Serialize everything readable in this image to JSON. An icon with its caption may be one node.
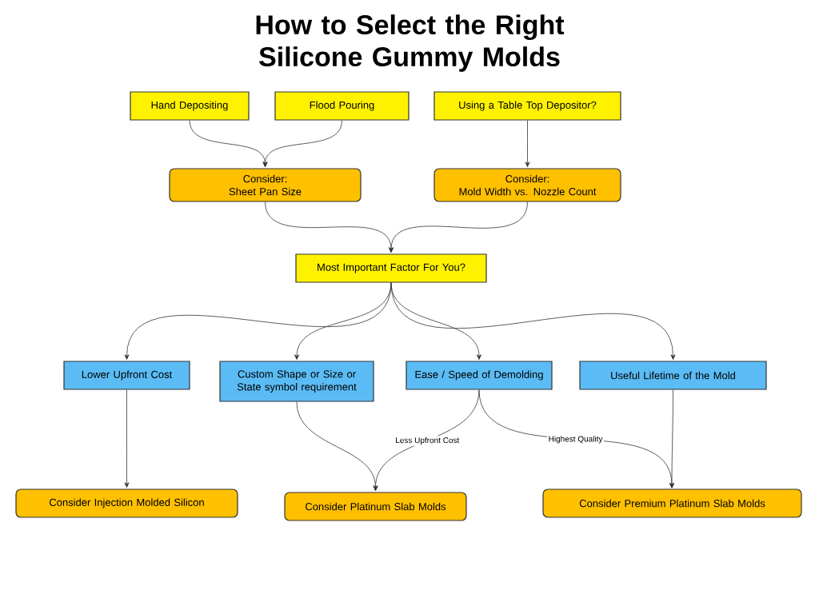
{
  "diagram": {
    "title": "How to Select the Right Silicone Gummy Molds",
    "nodes": [
      {
        "text": [
          "Hand Depositing"
        ]
      },
      {
        "text": [
          "Flood Pouring"
        ]
      },
      {
        "text": [
          "Using a Table Top Depositor?"
        ]
      },
      {
        "text": [
          "Consider:",
          "Sheet Pan Size"
        ]
      },
      {
        "text": [
          "Consider:",
          "Mold Width vs. Nozzle Count"
        ]
      },
      {
        "text": [
          "Most Important Factor For You?"
        ]
      },
      {
        "text": [
          "Lower Upfront Cost"
        ]
      },
      {
        "text": [
          "Custom Shape or Size or State symbol requirement"
        ]
      },
      {
        "text": [
          "Ease / Speed of Demolding"
        ]
      },
      {
        "text": [
          "Useful Lifetime of the Mold"
        ]
      },
      {
        "text": [
          "Consider Injection Molded Silicon"
        ]
      },
      {
        "text": [
          "Consider Platinum Slab Molds"
        ]
      },
      {
        "text": [
          "Consider Premium Platinum Slab Molds"
        ]
      }
    ],
    "edges": [
      {
        "from": 0,
        "to": 3,
        "arrow": "to"
      },
      {
        "from": 1,
        "to": 3,
        "arrow": "to"
      },
      {
        "from": 2,
        "to": 4,
        "arrow": "to"
      },
      {
        "from": 3,
        "to": 5,
        "arrow": "to"
      },
      {
        "from": 4,
        "to": 5,
        "arrow": "to"
      },
      {
        "from": 5,
        "to": 6,
        "arrow": "to"
      },
      {
        "from": 5,
        "to": 7,
        "arrow": "to"
      },
      {
        "from": 5,
        "to": 8,
        "arrow": "to"
      },
      {
        "from": 5,
        "to": 9,
        "arrow": "to"
      },
      {
        "from": 6,
        "to": 10,
        "arrow": "to"
      },
      {
        "from": 7,
        "to": 11,
        "arrow": "to"
      },
      {
        "from": 8,
        "to": 11,
        "arrow": "to",
        "label": "Less Upfront Cost"
      },
      {
        "from": 8,
        "to": 12,
        "arrow": "to",
        "label": "Highest Quality"
      },
      {
        "from": 9,
        "to": 12,
        "arrow": "to"
      }
    ]
  }
}
